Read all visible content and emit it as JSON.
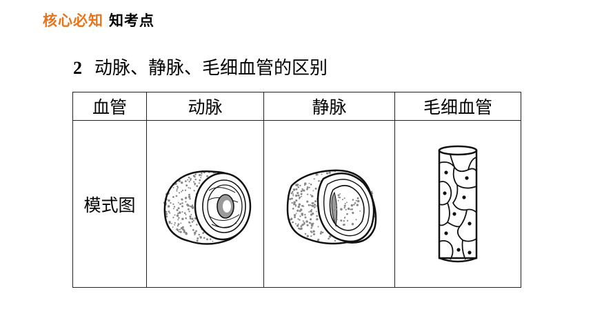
{
  "header": {
    "accent": "核心必知",
    "plain": "知考点"
  },
  "section": {
    "number": "2",
    "title": "动脉、静脉、毛细血管的区别"
  },
  "table": {
    "headers": [
      "血管",
      "动脉",
      "静脉",
      "毛细血管"
    ],
    "rows": [
      {
        "label": "模式图",
        "images": [
          "artery-diagram",
          "vein-diagram",
          "capillary-diagram"
        ]
      }
    ]
  },
  "colors": {
    "accent": "#e8741a",
    "ink": "#111111",
    "dots": "#888888"
  }
}
